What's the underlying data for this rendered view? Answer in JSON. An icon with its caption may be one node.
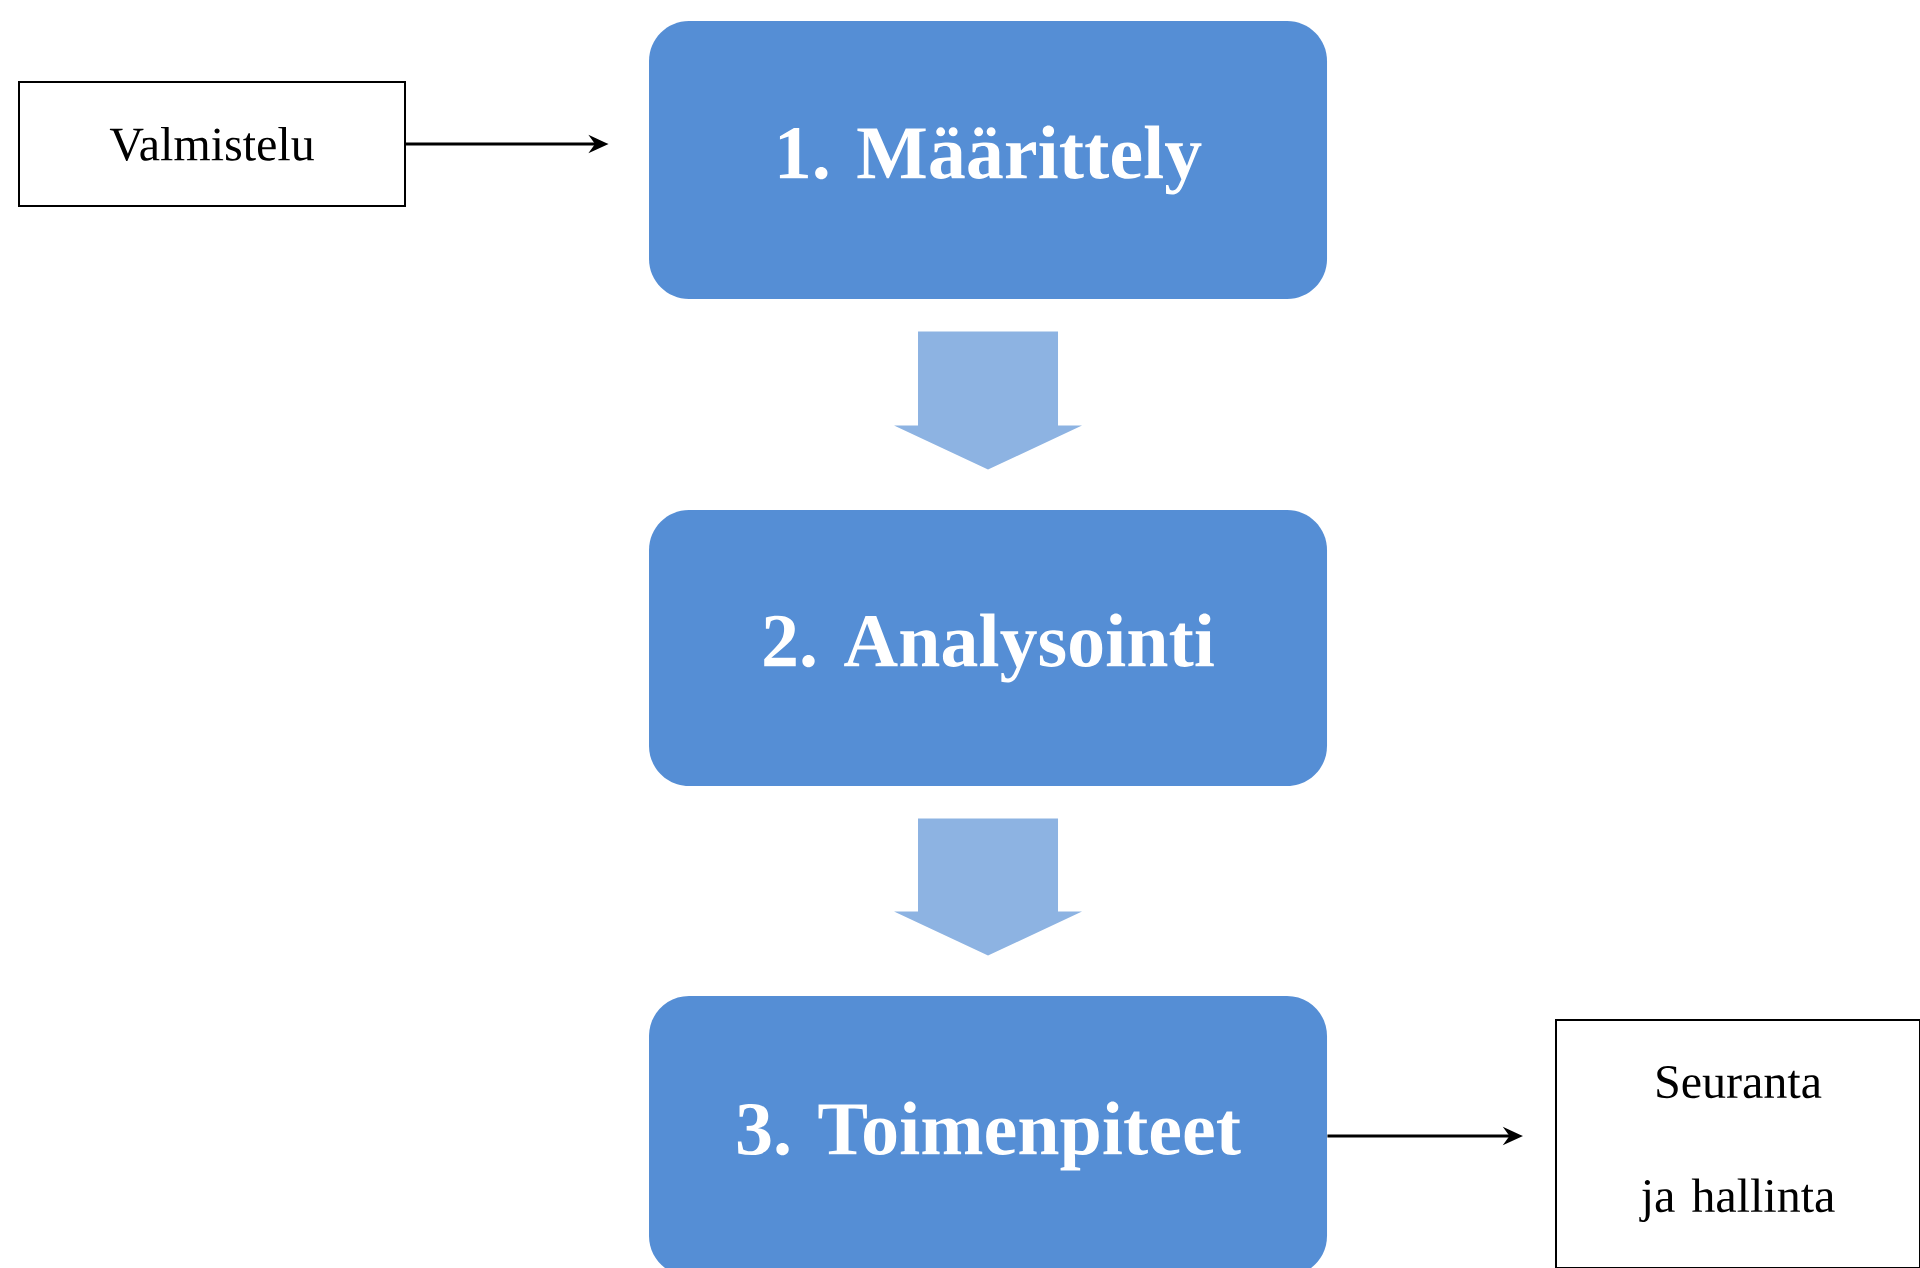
{
  "diagram": {
    "nodes": [
      {
        "text": [
          "Valmistelu"
        ]
      },
      {
        "text": [
          "1. Määrittely"
        ]
      },
      {
        "text": [
          "2. Analysointi"
        ]
      },
      {
        "text": [
          "3. Toimenpiteet"
        ]
      },
      {
        "text": [
          "Seuranta ja hallinta"
        ]
      }
    ],
    "edges": [
      {
        "from": 0,
        "to": 1,
        "arrow": "to"
      },
      {
        "from": 1,
        "to": 2,
        "arrow": "to",
        "style": "thick",
        "color": "#8db3e2"
      },
      {
        "from": 2,
        "to": 3,
        "arrow": "to",
        "style": "thick",
        "color": "#8db3e2"
      },
      {
        "from": 3,
        "to": 4,
        "arrow": "to"
      }
    ]
  }
}
